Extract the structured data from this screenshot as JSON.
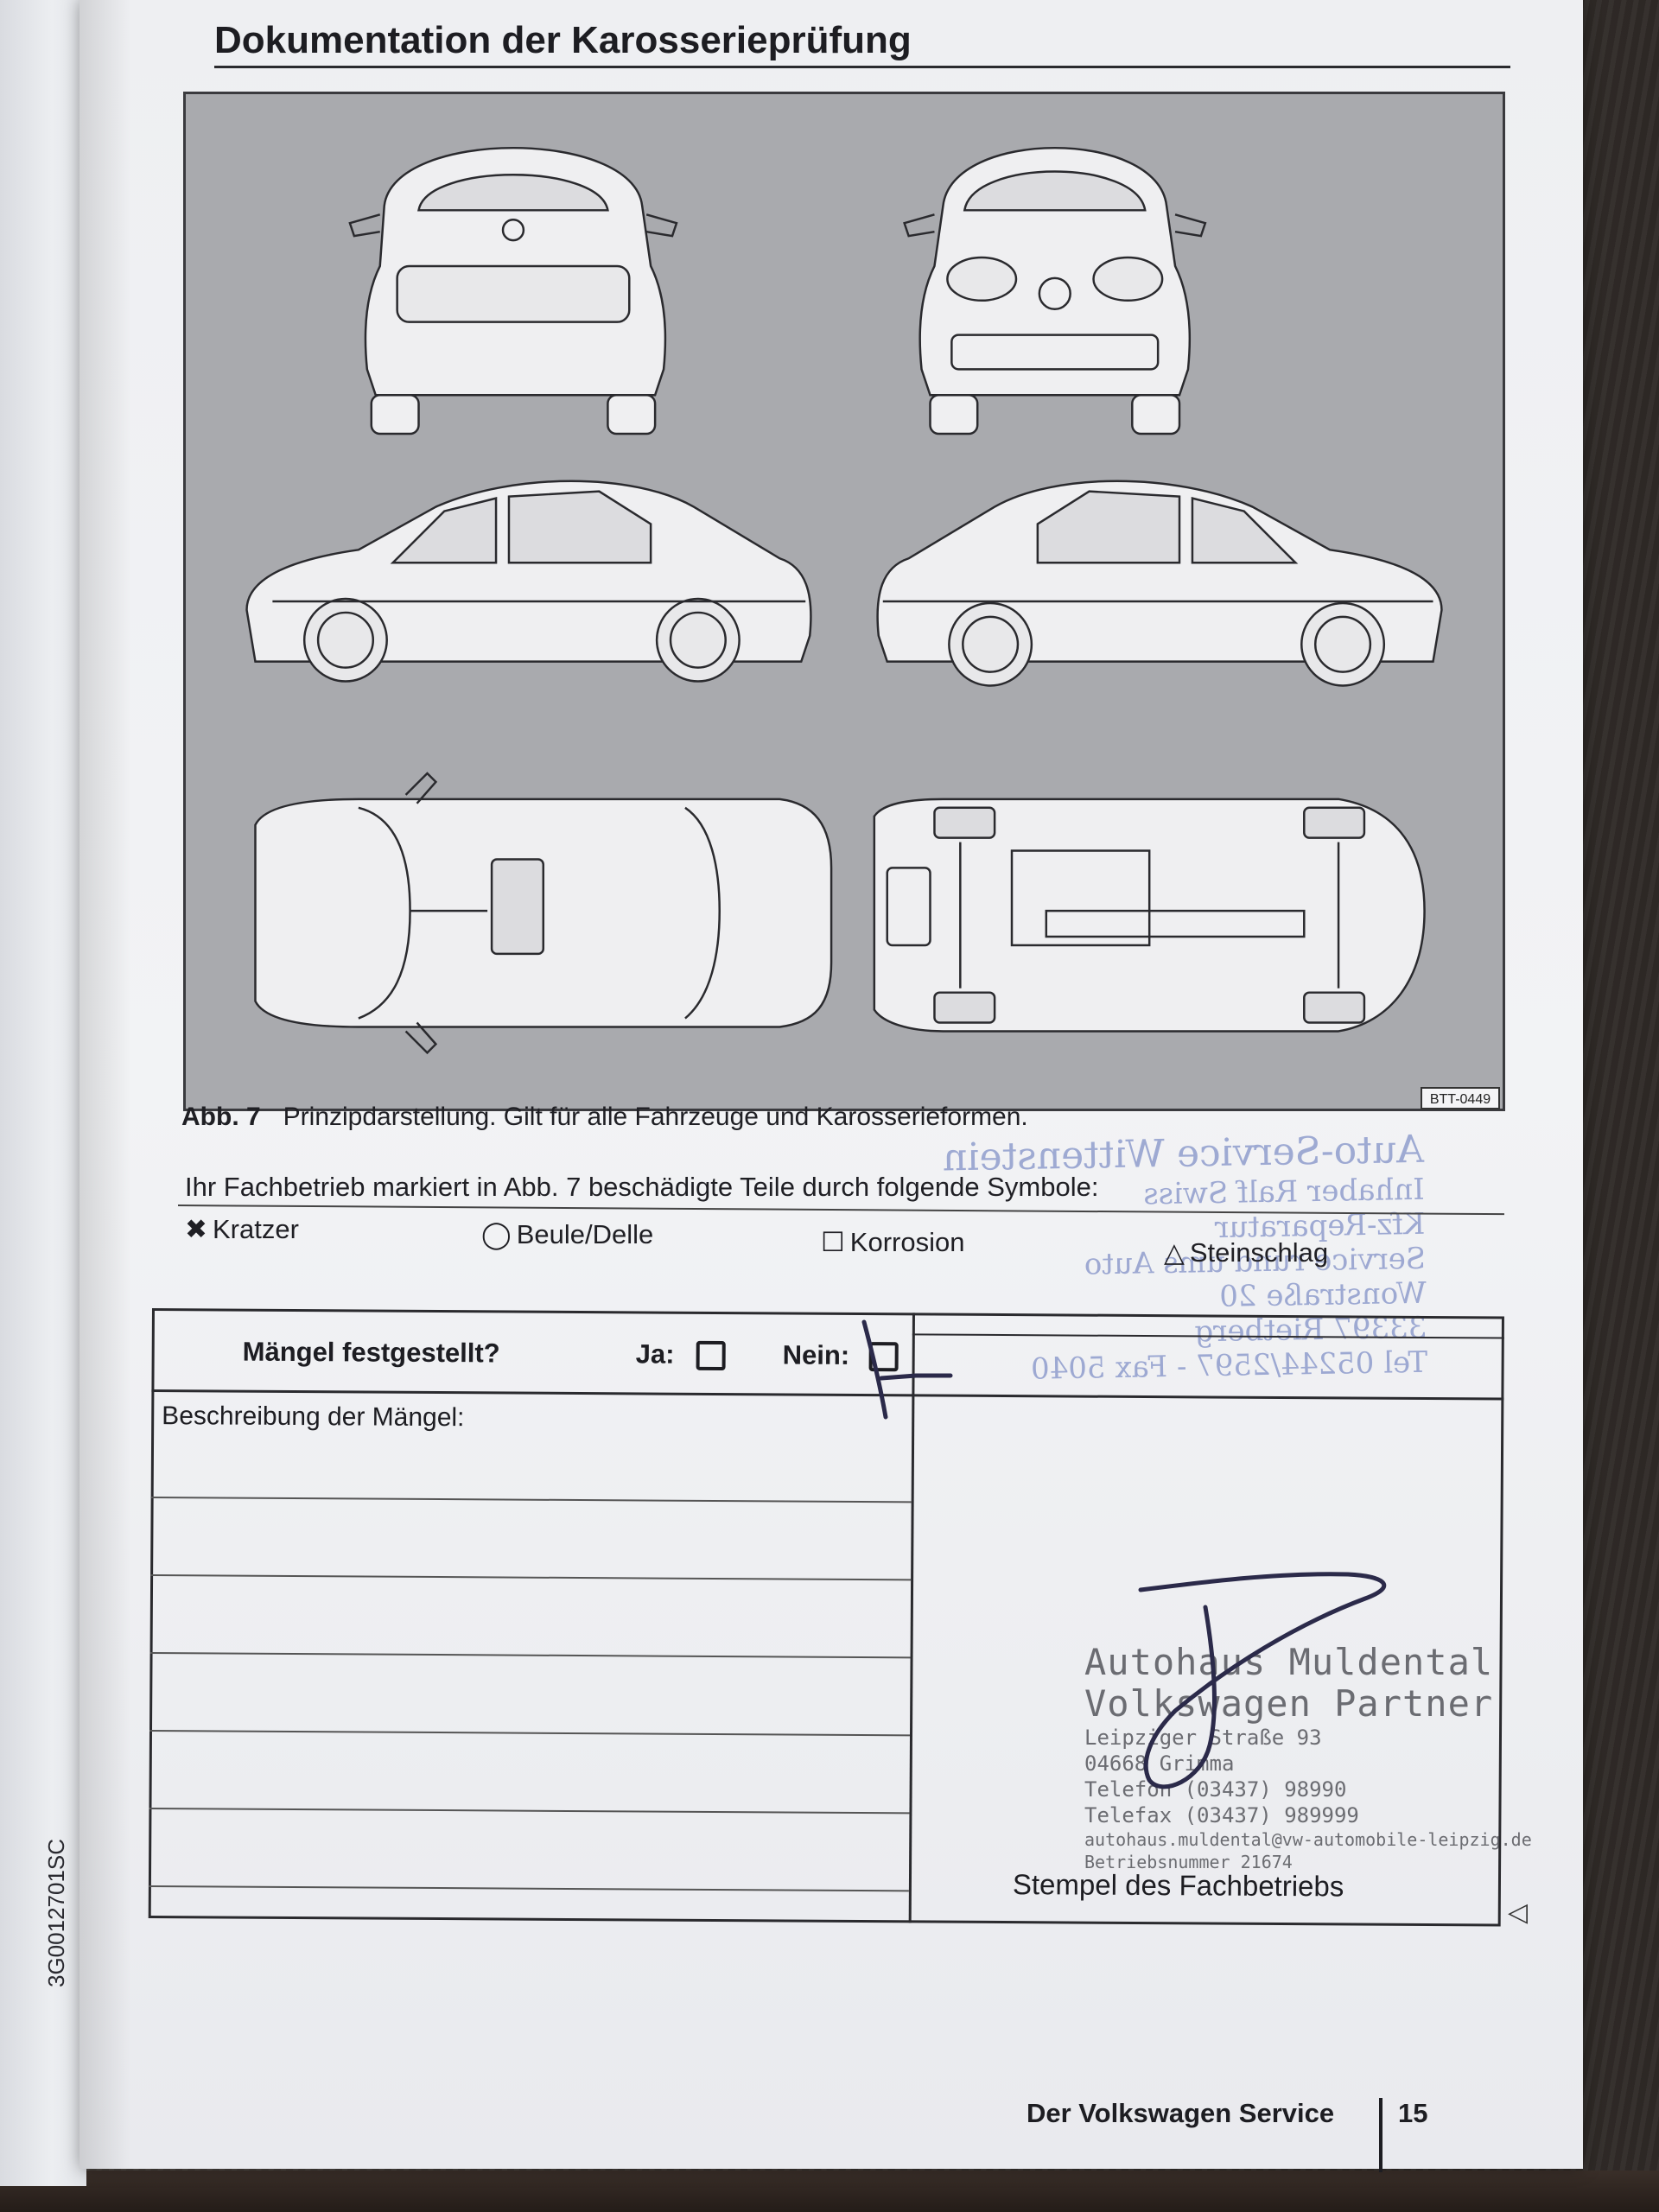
{
  "page": {
    "title": "Dokumentation der Karosserieprüfung",
    "figure_code": "BTT-0449",
    "caption_number": "Abb. 7",
    "caption_text": "Prinzipdarstellung. Gilt für alle Fahrzeuge und Karosserieformen.",
    "instruction": "Ihr Fachbetrieb markiert in Abb. 7 beschädigte Teile durch folgende Symbole:",
    "symbols": [
      {
        "glyph": "✖",
        "label": "Kratzer"
      },
      {
        "glyph": "◯",
        "label": "Beule/Delle"
      },
      {
        "glyph": "☐",
        "label": "Korrosion"
      },
      {
        "glyph": "△",
        "label": "Steinschlag"
      }
    ]
  },
  "form": {
    "defects_question": "Mängel festgestellt?",
    "yes_label": "Ja:",
    "no_label": "Nein:",
    "yes_checked": false,
    "no_checked": true,
    "description_label": "Beschreibung der Mängel:",
    "stamp_label": "Stempel des Fachbetriebs"
  },
  "stamp_blue": {
    "lines": [
      "Auto-Service Wittenstein",
      "Inhaber Ralf Swiss",
      "Kfz-Reparatur",
      "Service rund ums Auto",
      "Wonstraße 20",
      "33397 Rietberg",
      "Tel 05244/2597 - Fax 5040"
    ]
  },
  "stamp_gray": {
    "line1": "Autohaus Muldental",
    "line2": "Volkswagen Partner",
    "address": "Leipziger Straße 93",
    "city": "04668 Grimma",
    "phone": "Telefon (03437) 98990",
    "fax": "Telefax (03437) 989999",
    "email": "autohaus.muldental@vw-automobile-leipzig.de",
    "betrieb": "Betriebsnummer 21674"
  },
  "footer": {
    "title": "Der Volkswagen Service",
    "page_number": "15",
    "side_code": "3G0012701SC"
  },
  "colors": {
    "stamp_blue": "#5b6fb8",
    "signature": "#2b2a4a",
    "figure_bg": "#a9aaae"
  }
}
